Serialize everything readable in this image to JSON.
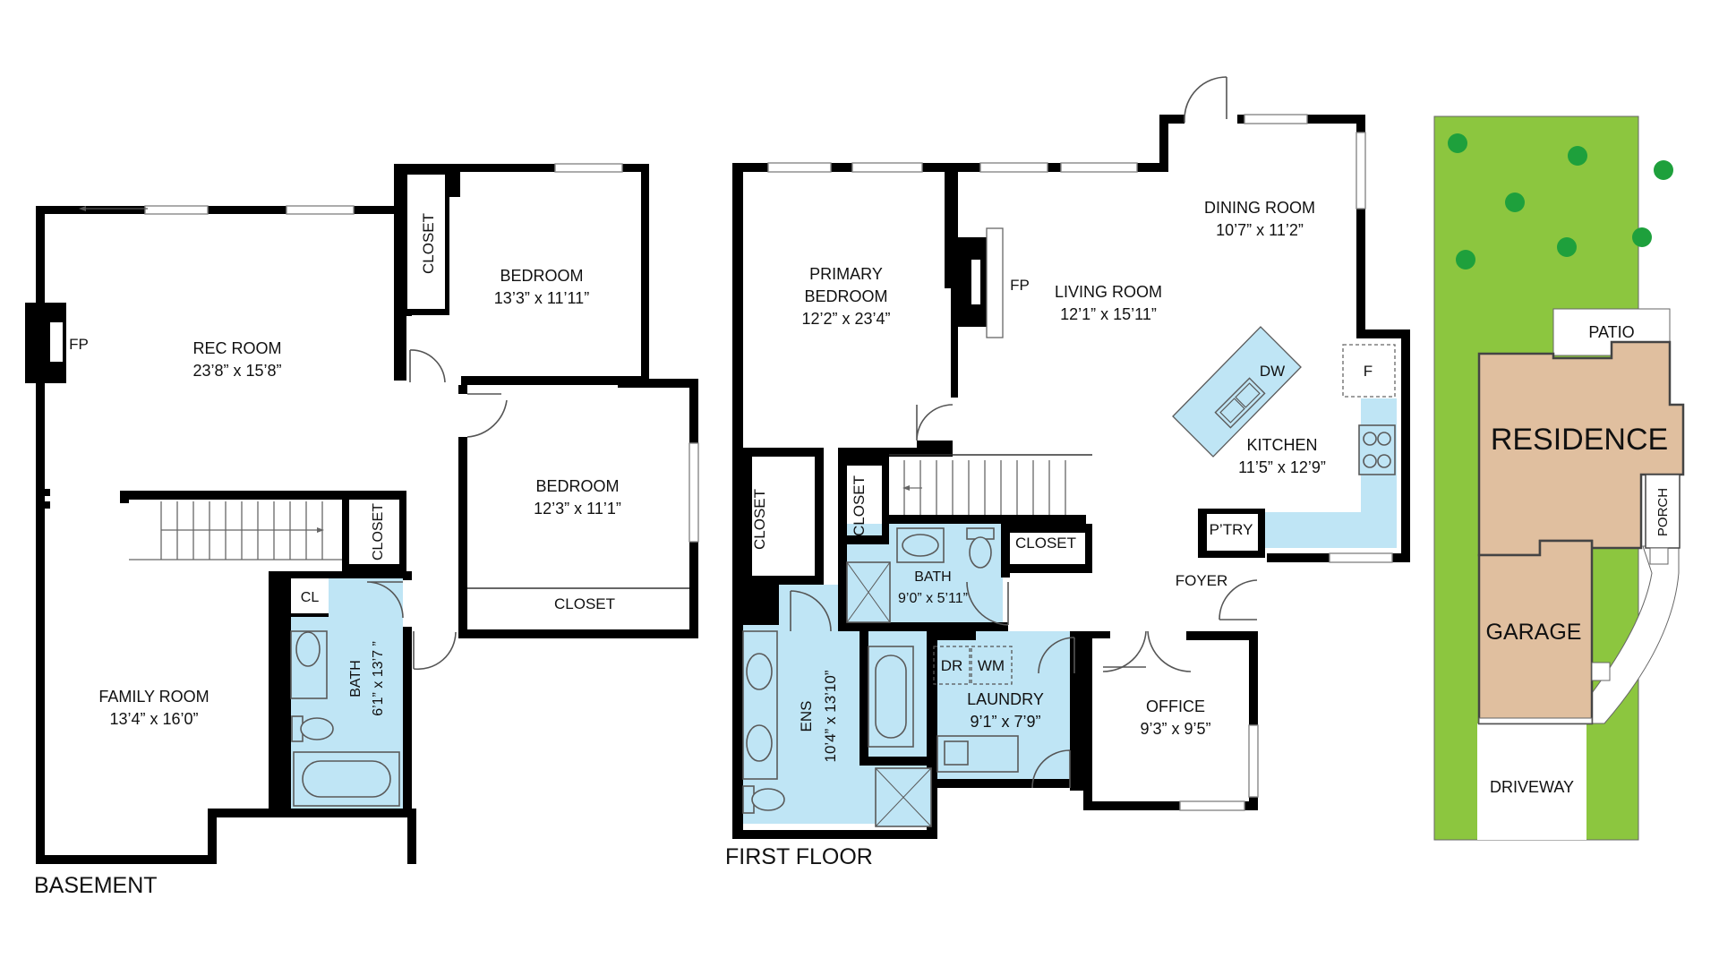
{
  "colors": {
    "wall": "#000000",
    "wet_room": "#bfe5f5",
    "lawn": "#8cc63f",
    "tree": "#1ea03c",
    "building": "#e0bf9f",
    "window": "#ffffff"
  },
  "basement": {
    "title": "BASEMENT",
    "rec_room": {
      "name": "REC ROOM",
      "size": "23’8” x 15’8”"
    },
    "bedroom_a": {
      "name": "BEDROOM",
      "size": "13’3” x 11’11”"
    },
    "bedroom_b": {
      "name": "BEDROOM",
      "size": "12’3” x 11’1”"
    },
    "family_room": {
      "name": "FAMILY ROOM",
      "size": "13’4” x 16’0”"
    },
    "bath": {
      "name": "BATH",
      "size": "6’1” x 13’7 ”"
    },
    "closet_1": "CLOSET",
    "closet_2": "CLOSET",
    "closet_3": "CLOSET",
    "cl": "CL",
    "fp": "FP"
  },
  "first_floor": {
    "title": "FIRST FLOOR",
    "primary_bedroom": {
      "name_line1": "PRIMARY",
      "name_line2": "BEDROOM",
      "size": "12’2” x 23’4”"
    },
    "living_room": {
      "name": "LIVING ROOM",
      "size": "12’1” x 15’11”"
    },
    "dining_room": {
      "name": "DINING ROOM",
      "size": "10’7” x 11’2”"
    },
    "kitchen": {
      "name": "KITCHEN",
      "size": "11’5” x 12’9”"
    },
    "bath": {
      "name": "BATH",
      "size": "9’0” x 5’11”"
    },
    "ens": {
      "name": "ENS",
      "size": "10’4” x 13’10”"
    },
    "laundry": {
      "name": "LAUNDRY",
      "size": "9’1” x 7’9”"
    },
    "office": {
      "name": "OFFICE",
      "size": "9’3” x 9’5”"
    },
    "fp": "FP",
    "dw": "DW",
    "f": "F",
    "ptry": "P’TRY",
    "foyer": "FOYER",
    "dr": "DR",
    "wm": "WM",
    "closet_1": "CLOSET",
    "closet_2": "CLOSET",
    "closet_3": "CLOSET"
  },
  "site": {
    "patio": "PATIO",
    "residence": "RESIDENCE",
    "porch": "PORCH",
    "garage": "GARAGE",
    "driveway": "DRIVEWAY"
  }
}
